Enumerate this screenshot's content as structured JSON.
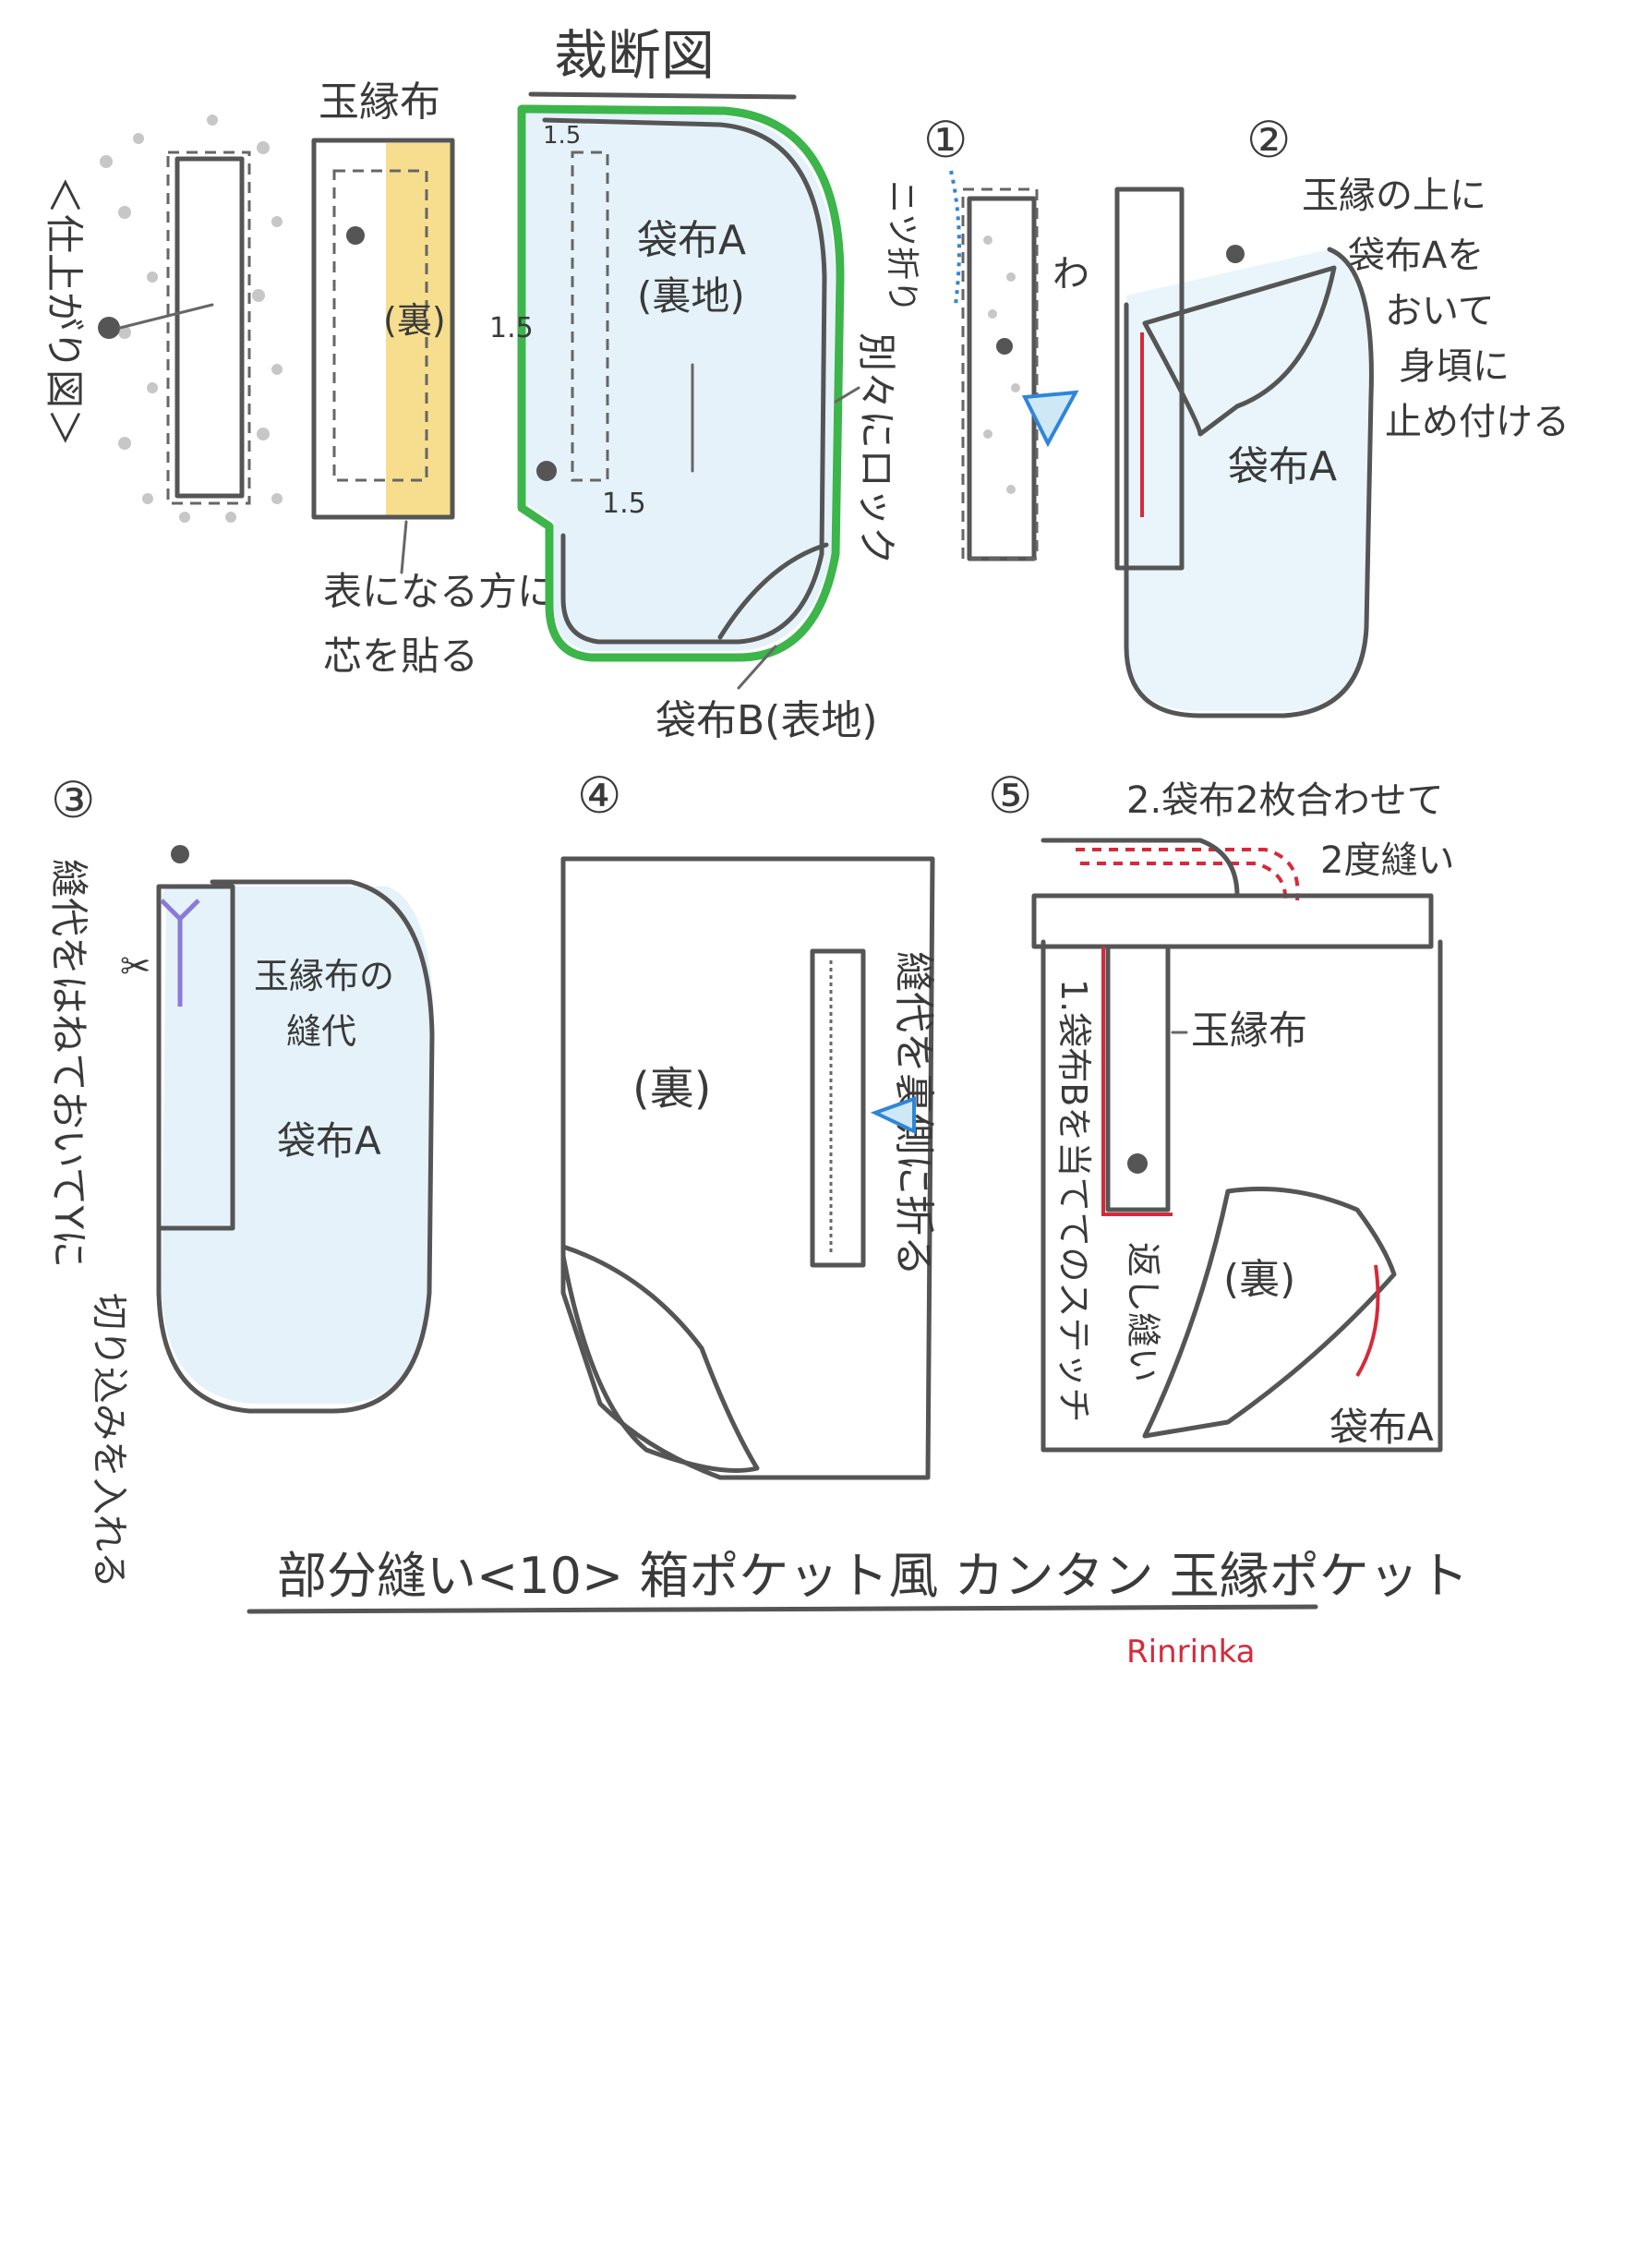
{
  "title": "裁断図",
  "cutting": {
    "finished_label": "＜仕上がり図＞",
    "welt_fabric_label": "玉縁布",
    "wrong_side_label": "(裏)",
    "interfacing_note": "表になる方に芯を貼る",
    "pocket_a_label": "袋布A",
    "pocket_a_sub": "(裏地)",
    "serge_note": "別々にロック",
    "pocket_b_label": "袋布B(表地)",
    "seam_1": "1.5",
    "seam_2": "1.5",
    "seam_3": "1.5"
  },
  "steps": {
    "s1": {
      "num": "①",
      "fold_note": "ニツ折り",
      "wa_label": "わ"
    },
    "s2": {
      "num": "②",
      "note_1": "玉縁の上に",
      "note_2": "袋布Aを",
      "note_3": "おいて",
      "note_4": "身頃に",
      "note_5": "止め付ける",
      "pocket_label": "袋布A"
    },
    "s3": {
      "num": "③",
      "seam_note": "縫代をはねておいてYに",
      "cut_note": "切り込みを入れる",
      "welt_seam_1": "玉縁布の",
      "welt_seam_2": "縫代",
      "pocket_label": "袋布A"
    },
    "s4": {
      "num": "④",
      "wrong_side": "(裏)",
      "fold_note": "縫代を裏側に折る"
    },
    "s5": {
      "num": "⑤",
      "note_1": "2.袋布2枚合わせて",
      "note_2": "2度縫い",
      "welt_label": "玉縁布",
      "pocket_b_note": "1.袋布Bを当ててのステッチ",
      "back_stitch": "返し縫い",
      "wrong_side": "(裏)",
      "pocket_a_label": "袋布A"
    }
  },
  "footer": {
    "title": "部分縫い<10> 箱ポケット風 カンタン 玉縁ポケット",
    "signature": "Rinrinka"
  },
  "colors": {
    "ink": "#555555",
    "serge_green": "#3cb54a",
    "light_blue": "#cfe8f5",
    "yellow": "#f5d87a",
    "red": "#d62a3a",
    "blue_mark": "#2f86d8",
    "purple_mark": "#8a7ad8"
  }
}
